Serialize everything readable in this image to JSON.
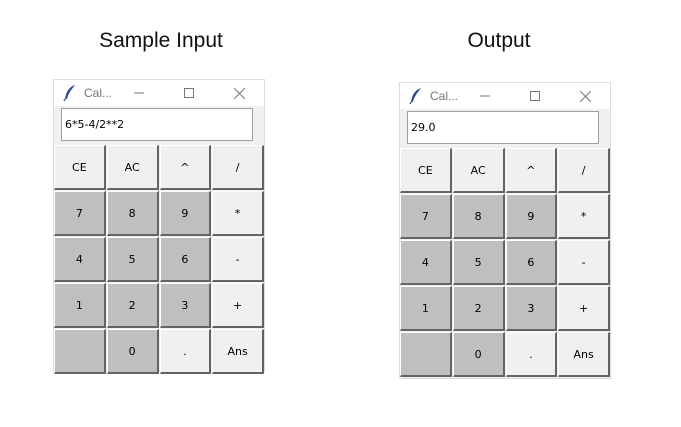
{
  "captions": {
    "left": "Sample Input",
    "right": "Output"
  },
  "windows": [
    {
      "title": "Cal...",
      "display_value": "6*5-4/2**2"
    },
    {
      "title": "Cal...",
      "display_value": "29.0"
    }
  ],
  "keypad": [
    {
      "label": "CE",
      "shade": "light"
    },
    {
      "label": "AC",
      "shade": "light"
    },
    {
      "label": "^",
      "shade": "light"
    },
    {
      "label": "/",
      "shade": "light"
    },
    {
      "label": "7",
      "shade": "dark"
    },
    {
      "label": "8",
      "shade": "dark"
    },
    {
      "label": "9",
      "shade": "dark"
    },
    {
      "label": "*",
      "shade": "light"
    },
    {
      "label": "4",
      "shade": "dark"
    },
    {
      "label": "5",
      "shade": "dark"
    },
    {
      "label": "6",
      "shade": "dark"
    },
    {
      "label": "-",
      "shade": "light"
    },
    {
      "label": "1",
      "shade": "dark"
    },
    {
      "label": "2",
      "shade": "dark"
    },
    {
      "label": "3",
      "shade": "dark"
    },
    {
      "label": "+",
      "shade": "light"
    },
    {
      "label": "",
      "shade": "dark"
    },
    {
      "label": "0",
      "shade": "dark"
    },
    {
      "label": ".",
      "shade": "light"
    },
    {
      "label": "Ans",
      "shade": "light"
    }
  ],
  "icons": {
    "app": "feather-icon",
    "minimize": "minimize-icon",
    "maximize": "maximize-icon",
    "close": "close-icon"
  },
  "colors": {
    "key_light": "#f0f0f0",
    "key_dark": "#bfbfbf",
    "window_bg": "#f0f0f0",
    "titlebar_bg": "#ffffff"
  }
}
